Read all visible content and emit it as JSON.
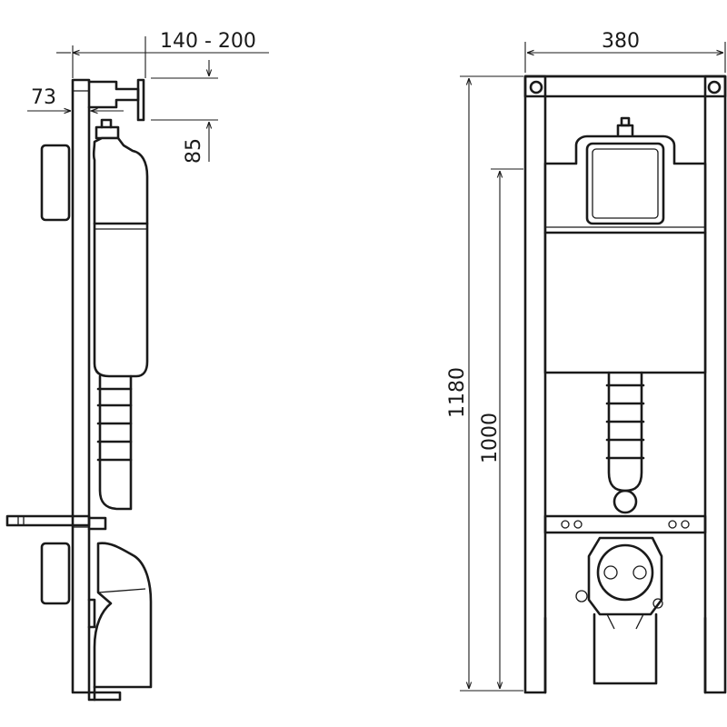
{
  "dimensions": {
    "side_depth": "140 - 200",
    "side_offset": "73",
    "side_height_offset": "85",
    "front_width": "380",
    "front_total_height": "1180",
    "front_inner_height": "1000"
  },
  "colors": {
    "line": "#1a1a1a",
    "background": "#ffffff"
  }
}
